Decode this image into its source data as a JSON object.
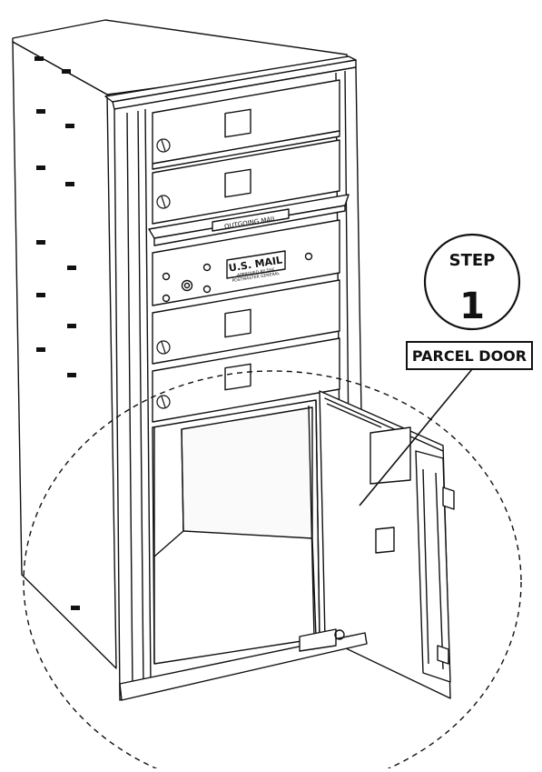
{
  "step": {
    "word": "STEP",
    "number": "1"
  },
  "callout": {
    "label": "PARCEL DOOR"
  },
  "unit_labels": {
    "outgoing_mail": "OUTGOING MAIL",
    "us_mail": "U.S. MAIL",
    "approved_line1": "APPROVED BY THE",
    "approved_line2": "POSTMASTER GENERAL"
  },
  "colors": {
    "line": "#111111",
    "background": "#ffffff",
    "panel": "#f6f6f6",
    "interior": "#fafafa"
  }
}
